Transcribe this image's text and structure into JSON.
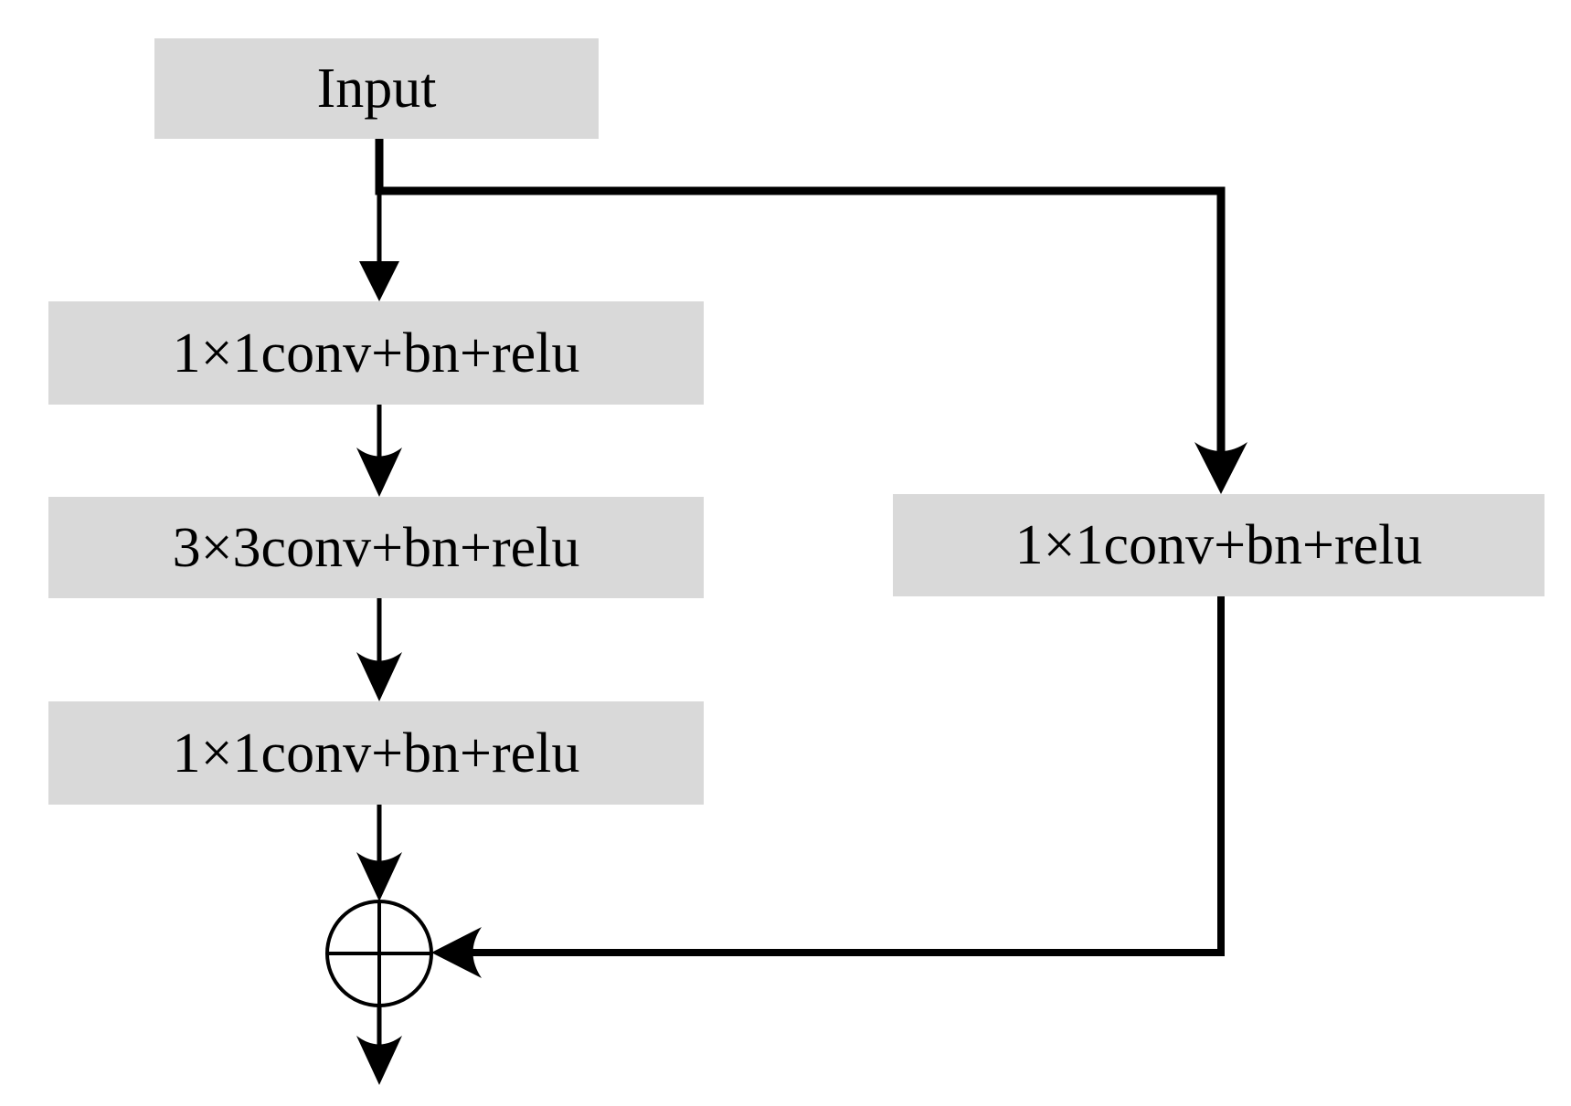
{
  "diagram": {
    "description": "Residual bottleneck block flowchart",
    "nodes": {
      "input": {
        "label": "Input"
      },
      "conv1": {
        "label": "1×1conv+bn+relu"
      },
      "conv2": {
        "label": "3×3conv+bn+relu"
      },
      "conv3": {
        "label": "1×1conv+bn+relu"
      },
      "shortcut": {
        "label": "1×1conv+bn+relu"
      }
    },
    "junction": {
      "symbol": "elementwise-add",
      "glyph": "⊕"
    },
    "edges": [
      "input -> conv1",
      "conv1 -> conv2",
      "conv2 -> conv3",
      "conv3 -> add",
      "input -> shortcut",
      "shortcut -> add",
      "add -> output"
    ],
    "colors": {
      "node_fill": "#d9d9d9",
      "line": "#000000",
      "text": "#000000",
      "background": "#ffffff"
    }
  }
}
